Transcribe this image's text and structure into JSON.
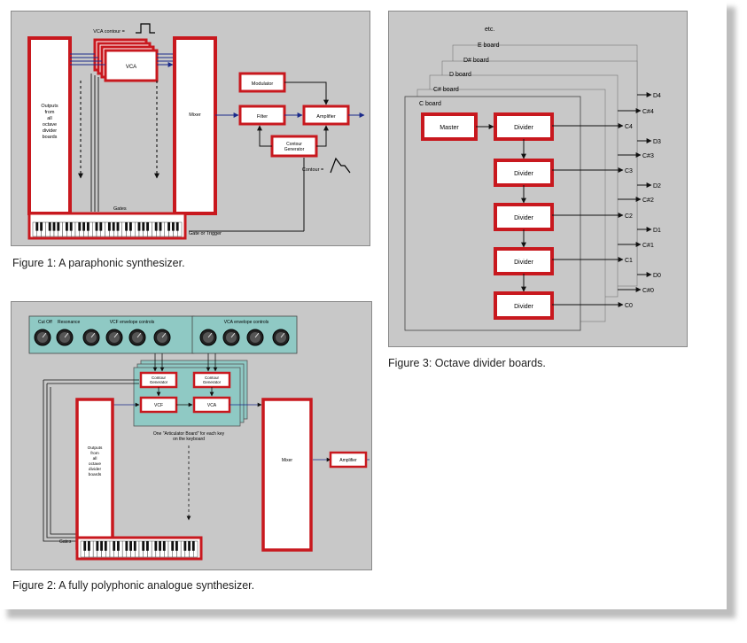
{
  "captions": {
    "fig1": "Figure 1: A paraphonic synthesizer.",
    "fig2": "Figure 2: A fully polyphonic analogue synthesizer.",
    "fig3": "Figure 3: Octave divider boards."
  },
  "fig1": {
    "outputs": [
      "Outputs",
      "from",
      "all",
      "octave",
      "divider",
      "boards"
    ],
    "vca": "VCA",
    "vca_contour": "VCA contour =",
    "mixer": "Mixer",
    "modulator": "Modulator",
    "filter": "Filter",
    "amplifier": "Amplifier",
    "contour_generator": [
      "Contour",
      "Generator"
    ],
    "contour": "Contour =",
    "gates": "Gates",
    "gate_or_trigger": "Gate or Trigger"
  },
  "fig2": {
    "cut_off": "Cut Off",
    "resonance": "Resonance",
    "vcf_envelope": "VCF envelope controls",
    "vca_envelope": "VCA envelope controls",
    "contour_generator": [
      "Contour",
      "Generator"
    ],
    "vcf": "VCF",
    "vca": "VCA",
    "articulator_note": [
      "One \"Articulator Board\" for each key",
      "on the keyboard"
    ],
    "outputs": [
      "Outputs",
      "from",
      "all",
      "octave",
      "divider",
      "boards"
    ],
    "mixer": "Mixer",
    "amplifier": "Amplifier",
    "gates": "Gates"
  },
  "fig3": {
    "boards": [
      "etc.",
      "E board",
      "D# board",
      "D board",
      "C# board",
      "C board"
    ],
    "master": "Master",
    "divider": "Divider",
    "outputs": [
      "D4",
      "C#4",
      "C4",
      "D3",
      "C#3",
      "C3",
      "D2",
      "C#2",
      "C2",
      "D1",
      "C#1",
      "C1",
      "D0",
      "C#0",
      "C0"
    ]
  },
  "colors": {
    "block_border": "#c8181e",
    "panel_fill": "#8fc9c4",
    "figure_bg": "#c8c8c8",
    "signal_line": "#1a2a8a"
  }
}
